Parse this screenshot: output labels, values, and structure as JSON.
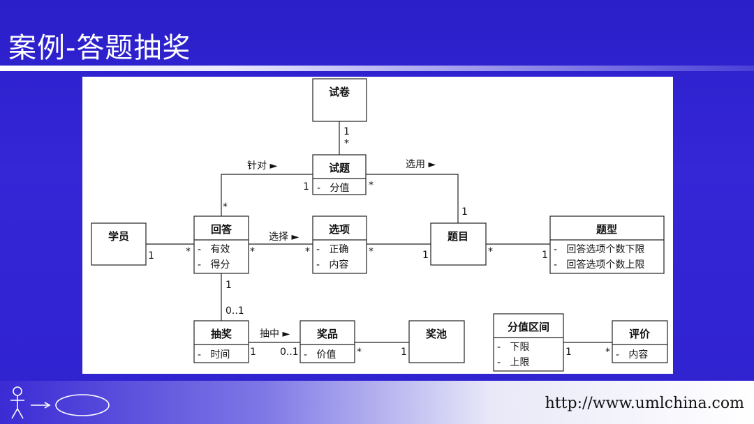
{
  "slide": {
    "title": "案例-答题抽奖",
    "url": "http://www.umlchina.com"
  },
  "classes": {
    "shijuan": {
      "name": "试卷",
      "attrs": []
    },
    "shiti": {
      "name": "试题",
      "attrs": [
        "-   分值"
      ]
    },
    "xueyuan": {
      "name": "学员",
      "attrs": []
    },
    "huida": {
      "name": "回答",
      "attrs": [
        "-   有效",
        "-   得分"
      ]
    },
    "xuanxiang": {
      "name": "选项",
      "attrs": [
        "-   正确",
        "-   内容"
      ]
    },
    "timu": {
      "name": "题目",
      "attrs": []
    },
    "tixing": {
      "name": "题型",
      "attrs": [
        "-   回答选项个数下限",
        "-   回答选项个数上限"
      ]
    },
    "choujiang": {
      "name": "抽奖",
      "attrs": [
        "-   时间"
      ]
    },
    "jiangpin": {
      "name": "奖品",
      "attrs": [
        "-   价值"
      ]
    },
    "jiangchi": {
      "name": "奖池",
      "attrs": []
    },
    "fenzhiqujian": {
      "name": "分值区间",
      "attrs": [
        "-   下限",
        "-   上限"
      ]
    },
    "pingjia": {
      "name": "评价",
      "attrs": [
        "-   内容"
      ]
    }
  },
  "associations": {
    "zhendui": "针对 ►",
    "xuanyong": "选用 ►",
    "xuanze": "选择 ►",
    "chouzhong": "抽中 ►"
  },
  "multiplicities": {
    "one": "1",
    "many": "*",
    "zero_one": "0..1"
  }
}
